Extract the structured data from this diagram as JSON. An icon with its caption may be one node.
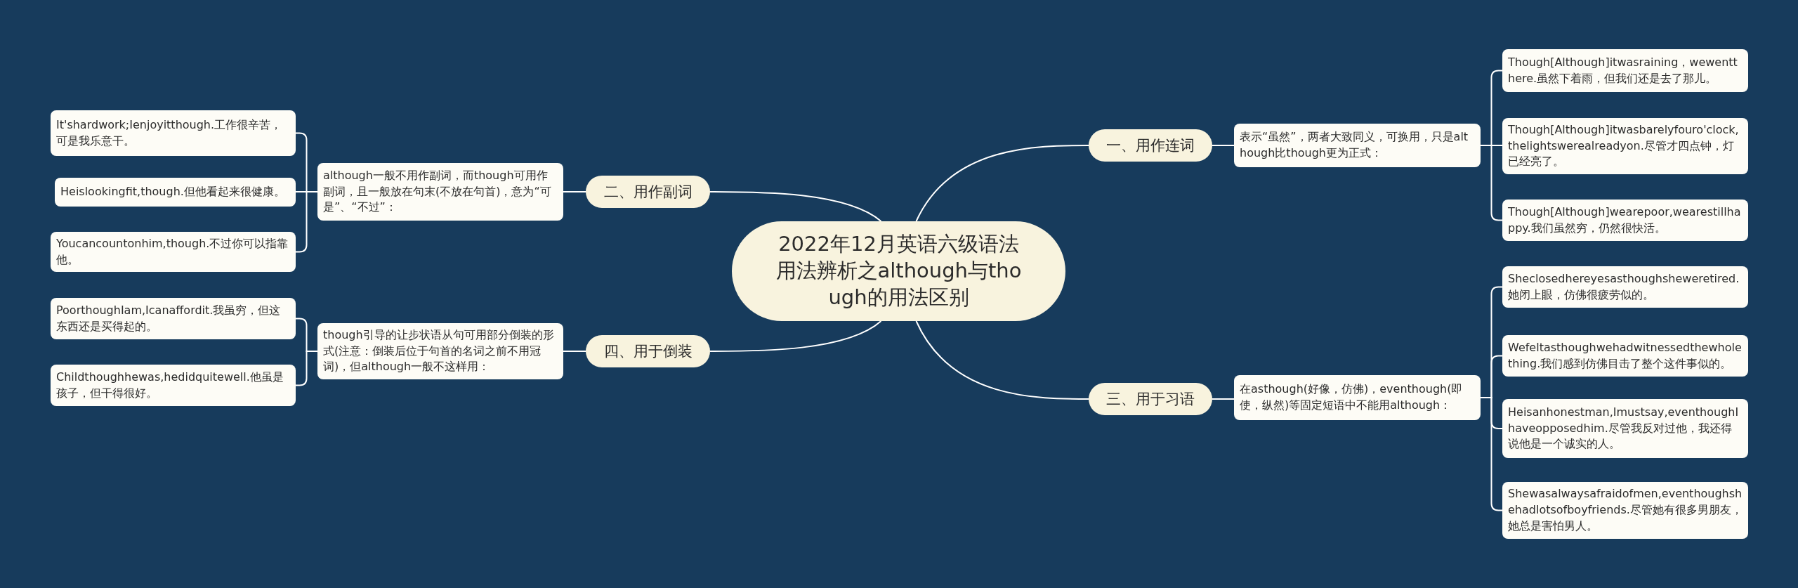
{
  "diagram": {
    "nodes": [
      {
        "text": [
          "2022年12月英语六级语法用法辨析之although与though的用法区别"
        ]
      },
      {
        "text": [
          "一、用作连词"
        ]
      },
      {
        "text": [
          "表示“虽然”，两者大致同义，可换用，只是although比though更为正式："
        ]
      },
      {
        "text": [
          "Though[Although]itwasraining，wewentthere.虽然下着雨，但我们还是去了那儿。"
        ]
      },
      {
        "text": [
          "Though[Although]itwasbarelyfouro'clock,thelightswerealreadyon.尽管才四点钟，灯已经亮了。"
        ]
      },
      {
        "text": [
          "Though[Although]wearepoor,wearestillhappy.我们虽然穷，仍然很快活。"
        ]
      },
      {
        "text": [
          "二、用作副词"
        ]
      },
      {
        "text": [
          "although一般不用作副词，而though可用作副词，且一般放在句末(不放在句首)，意为“可是”、“不过”："
        ]
      },
      {
        "text": [
          "It'shardwork;Ienjoyitthough.工作很辛苦，可是我乐意干。"
        ]
      },
      {
        "text": [
          "Heislookingfit,though.但他看起来很健康。"
        ]
      },
      {
        "text": [
          "Youcancountonhim,though.不过你可以指靠他。"
        ]
      },
      {
        "text": [
          "三、用于习语"
        ]
      },
      {
        "text": [
          "在asthough(好像，仿佛)，eventhough(即使，纵然)等固定短语中不能用although："
        ]
      },
      {
        "text": [
          "Sheclosedhereyesasthoughsheweretired.她闭上眼，仿佛很疲劳似的。"
        ]
      },
      {
        "text": [
          "Wefeltasthoughwehadwitnessedthewholething.我们感到仿佛目击了整个这件事似的。"
        ]
      },
      {
        "text": [
          "Heisanhonestman,Imustsay,eventhoughIhaveopposedhim.尽管我反对过他，我还得说他是一个诚实的人。"
        ]
      },
      {
        "text": [
          "Shewasalwaysafraidofmen,eventhoughshehadlotsofboyfriends.尽管她有很多男朋友，她总是害怕男人。"
        ]
      },
      {
        "text": [
          "四、用于倒装"
        ]
      },
      {
        "text": [
          "though引导的让步状语从句可用部分倒装的形式(注意：倒装后位于句首的名词之前不用冠词)，但although一般不这样用："
        ]
      },
      {
        "text": [
          "PoorthoughIam,Icanaffordit.我虽穷，但这东西还是买得起的。"
        ]
      },
      {
        "text": [
          "Childthoughhewas,hedidquitewell.他虽是孩子，但干得很好。"
        ]
      }
    ],
    "edges": [
      {
        "from": 0,
        "to": 1,
        "arrow": "none"
      },
      {
        "from": 1,
        "to": 2,
        "arrow": "none"
      },
      {
        "from": 2,
        "to": 3,
        "arrow": "none"
      },
      {
        "from": 2,
        "to": 4,
        "arrow": "none"
      },
      {
        "from": 2,
        "to": 5,
        "arrow": "none"
      },
      {
        "from": 0,
        "to": 6,
        "arrow": "none"
      },
      {
        "from": 6,
        "to": 7,
        "arrow": "none"
      },
      {
        "from": 7,
        "to": 8,
        "arrow": "none"
      },
      {
        "from": 7,
        "to": 9,
        "arrow": "none"
      },
      {
        "from": 7,
        "to": 10,
        "arrow": "none"
      },
      {
        "from": 0,
        "to": 11,
        "arrow": "none"
      },
      {
        "from": 11,
        "to": 12,
        "arrow": "none"
      },
      {
        "from": 12,
        "to": 13,
        "arrow": "none"
      },
      {
        "from": 12,
        "to": 14,
        "arrow": "none"
      },
      {
        "from": 12,
        "to": 15,
        "arrow": "none"
      },
      {
        "from": 12,
        "to": 16,
        "arrow": "none"
      },
      {
        "from": 0,
        "to": 17,
        "arrow": "none"
      },
      {
        "from": 17,
        "to": 18,
        "arrow": "none"
      },
      {
        "from": 18,
        "to": 19,
        "arrow": "none"
      },
      {
        "from": 18,
        "to": 20,
        "arrow": "none"
      }
    ]
  }
}
